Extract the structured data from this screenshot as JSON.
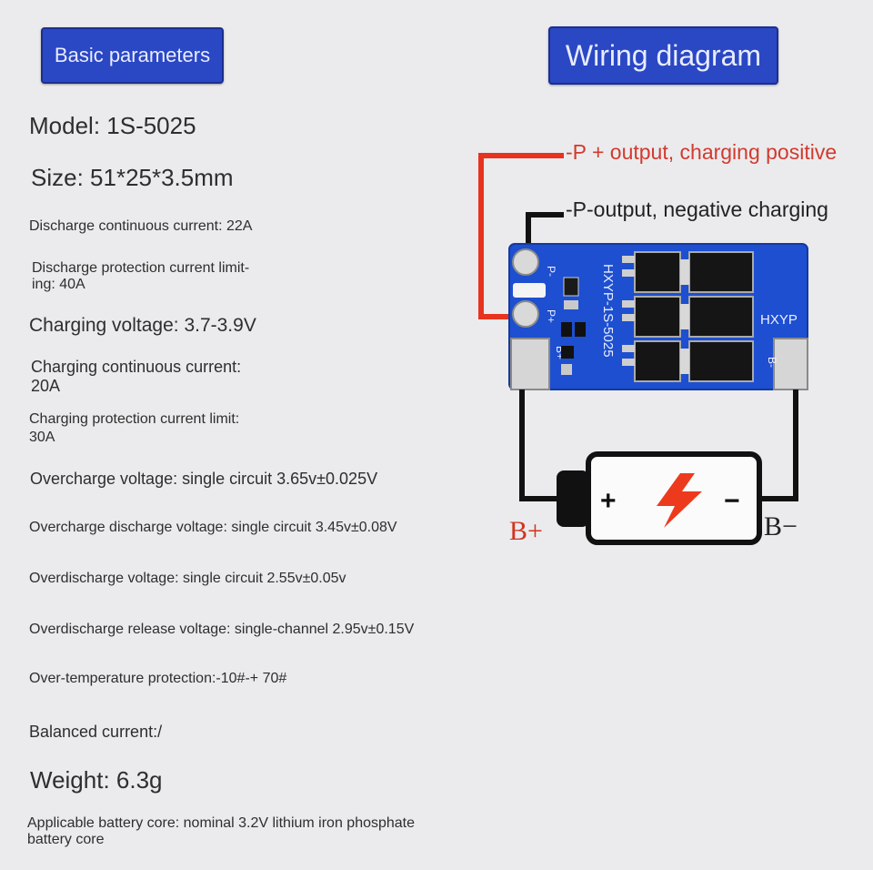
{
  "left": {
    "badge": "Basic parameters",
    "params": [
      "Model: 1S-5025",
      "Size: 51*25*3.5mm",
      "Discharge continuous current: 22A",
      [
        "Discharge protection current limit-",
        "ing: 40A"
      ],
      "Charging voltage: 3.7-3.9V",
      [
        "Charging continuous current:",
        "20A"
      ],
      [
        "Charging protection current limit:",
        "30A"
      ],
      "Overcharge voltage: single circuit 3.65v±0.025V",
      "Overcharge discharge voltage: single circuit 3.45v±0.08V",
      "Overdischarge voltage: single circuit 2.55v±0.05v",
      "Overdischarge release voltage: single-channel 2.95v±0.15V",
      "Over-temperature protection:-10#-+ 70#",
      "Balanced current:/",
      "Weight: 6.3g",
      [
        "Applicable battery core: nominal 3.2V lithium iron phosphate",
        "battery core"
      ]
    ]
  },
  "right": {
    "badge": "Wiring diagram",
    "p_plus_label": "-P + output, charging positive",
    "p_minus_label": "-P-output, negative charging",
    "board": {
      "silk_model": "HXYP-1S-5025",
      "brand": "HXYP",
      "pad_p_minus": "P-",
      "pad_p_plus": "P+",
      "pad_b_plus": "B+",
      "pad_b_minus": "B-"
    },
    "battery": {
      "plus_sign": "+",
      "minus_sign": "−",
      "label_b_plus": "B+",
      "label_b_minus": "B−"
    },
    "colors": {
      "positive_wire": "#e8331f",
      "negative_wire": "#111111",
      "pcb": "#1d4fd0",
      "bolt": "#ee3a1c"
    }
  }
}
